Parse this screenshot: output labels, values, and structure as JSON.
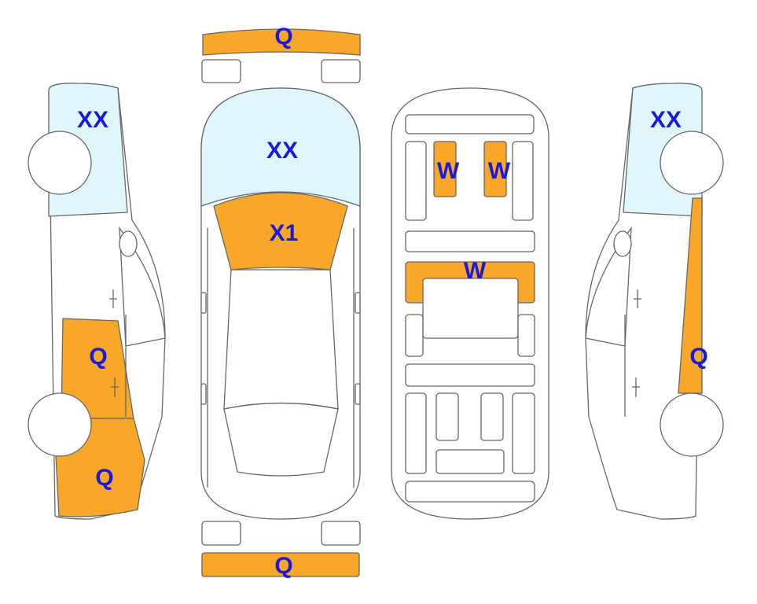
{
  "colors": {
    "damaged": "#f9a728",
    "glass": "#dff6fd",
    "outline": "#666666",
    "label": "#1a1adc"
  },
  "marks": {
    "front_bumper": "Q",
    "rear_bumper": "Q",
    "left_glass": "XX",
    "left_front_door": "Q",
    "left_front_fender": "Q",
    "windshield": "XX",
    "hood": "X1",
    "seat_left": "W",
    "seat_right": "W",
    "dashboard": "W",
    "right_glass": "XX",
    "right_side": "Q"
  }
}
